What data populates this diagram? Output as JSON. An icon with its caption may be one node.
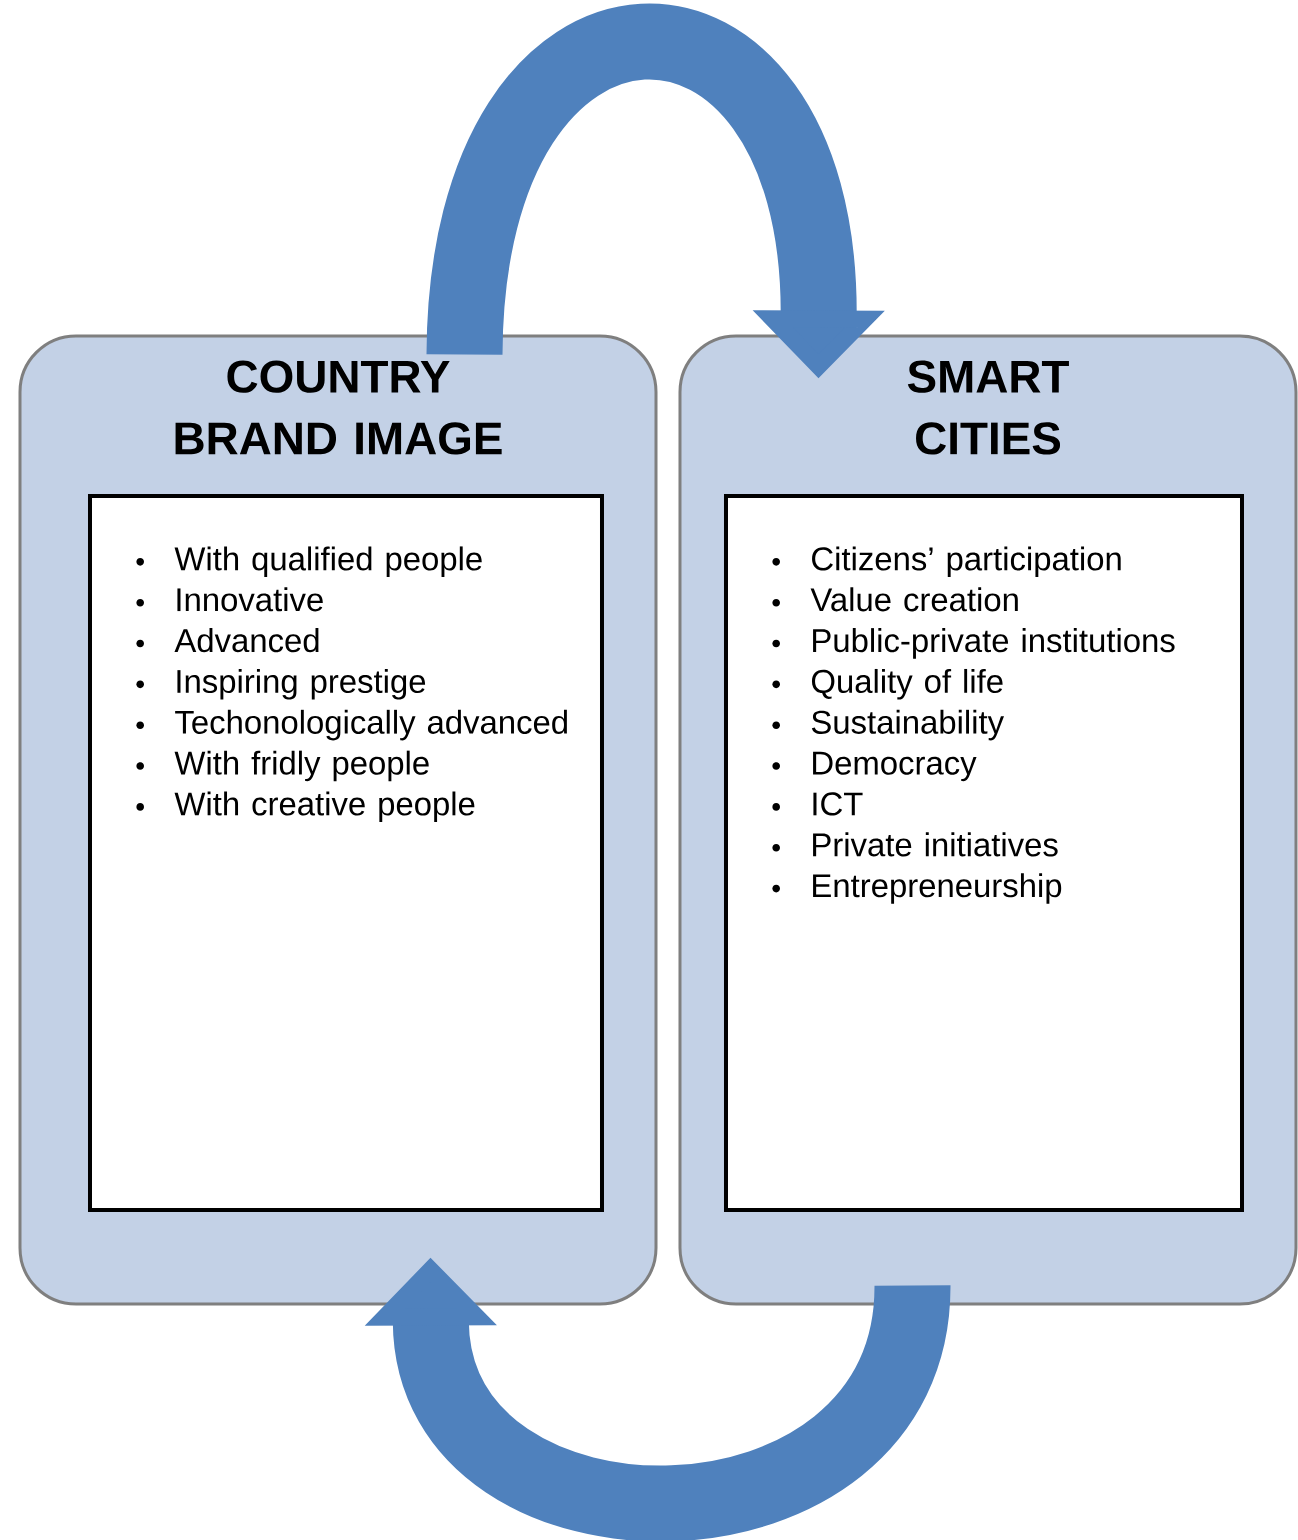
{
  "diagram": {
    "nodes": [
      {
        "text": [
          "COUNTRY BRAND IMAGE"
        ]
      },
      {
        "text": [
          "With qualified people",
          "Innovative",
          "Advanced",
          "Inspiring prestige",
          "Techonologically advanced",
          "With fridly people",
          "With creative people"
        ],
        "in": 0
      },
      {
        "text": [
          "SMART CITIES"
        ]
      },
      {
        "text": [
          "Citizens’ participation",
          "Value creation",
          "Public-private institutions",
          "Quality of life",
          "Sustainability",
          "Democracy",
          "ICT",
          "Private initiatives",
          "Entrepreneurship"
        ],
        "in": 2
      }
    ],
    "edges": [
      {
        "from": 0,
        "to": 2,
        "arrow": "to"
      },
      {
        "from": 2,
        "to": 0,
        "arrow": "to"
      }
    ]
  }
}
